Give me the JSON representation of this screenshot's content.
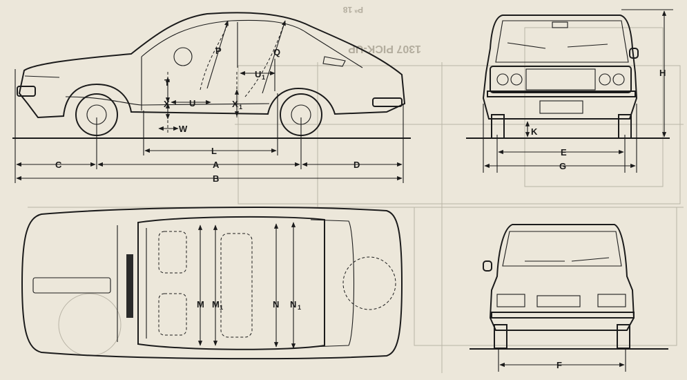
{
  "background_text": {
    "bleed_title": "1307 PICK-UP",
    "bleed_page": "Pª 18"
  },
  "side_view": {
    "labels": {
      "P": "P",
      "Q": "Q",
      "T": "T",
      "X": "X",
      "U": "U",
      "U1": "U",
      "U1_sub": "1",
      "X1": "X",
      "X1_sub": "1",
      "W": "W",
      "L": "L",
      "C": "C",
      "A": "A",
      "D": "D",
      "B": "B"
    }
  },
  "front_view": {
    "labels": {
      "H": "H",
      "K": "K",
      "E": "E",
      "G": "G"
    }
  },
  "top_view": {
    "labels": {
      "M": "M",
      "M1": "M",
      "M1_sub": "1",
      "N": "N",
      "N1": "N",
      "N1_sub": "1"
    }
  },
  "rear_view": {
    "labels": {
      "F": "F"
    }
  },
  "colors": {
    "paper": "#ece7da",
    "ink": "#1b1b1b",
    "ghost": "#b9b4a6"
  }
}
